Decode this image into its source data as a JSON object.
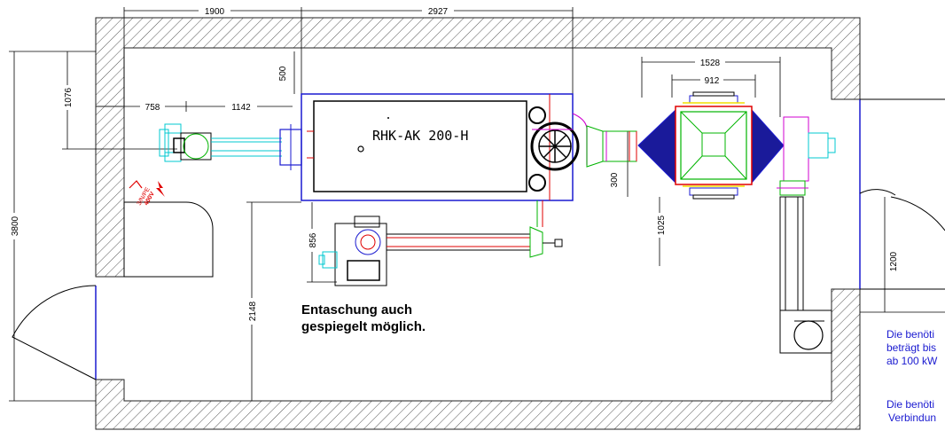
{
  "dimensions": {
    "d1900": "1900",
    "d2927": "2927",
    "d500": "500",
    "d1076": "1076",
    "d758": "758",
    "d1142": "1142",
    "d3800": "3800",
    "d856": "856",
    "d2148": "2148",
    "d300": "300",
    "d1025": "1025",
    "d1528": "1528",
    "d912": "912",
    "d1200": "1200"
  },
  "equipment_label": "RHK-AK 200-H",
  "note": {
    "line1": "Entaschung auch",
    "line2": "gespiegelt möglich."
  },
  "electrical": {
    "label": "3/N/PE",
    "voltage": "400V"
  },
  "side_notes": {
    "line1": "Die benöti",
    "line2": "beträgt bis",
    "line3": "ab 100 kW",
    "line4": "Die benöti",
    "line5": "Verbindun"
  },
  "colors": {
    "wall_hatch": "#555555",
    "boiler_outline": "#1a1ad0",
    "pipe_red": "#e00000",
    "pipe_green": "#00b400",
    "pipe_magenta": "#d000d0",
    "pipe_cyan": "#00c8d0",
    "text_blue": "#1a1ad0"
  }
}
